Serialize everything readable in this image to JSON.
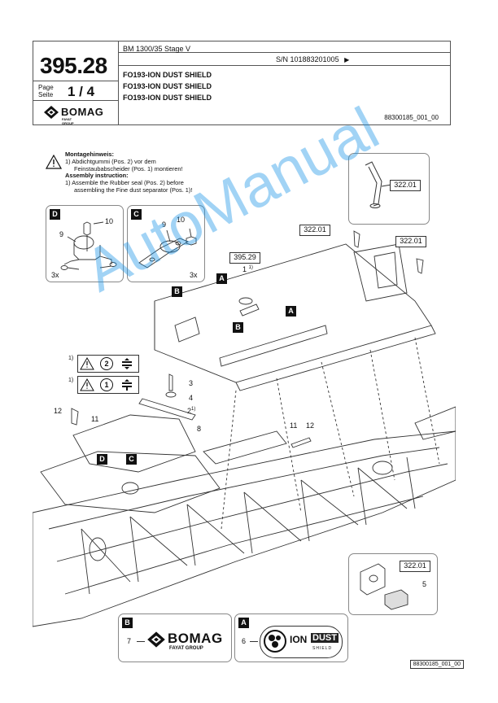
{
  "header": {
    "page_number": "395.28",
    "page_label_de": "Page",
    "page_label_en": "Seite",
    "page_value": "1 / 4",
    "model": "BM 1300/35 Stage V",
    "serial": "S/N 101883201005",
    "serial_arrow": "▶",
    "titles": [
      "FO193-ION DUST SHIELD",
      "FO193-ION DUST SHIELD",
      "FO193-ION DUST SHIELD"
    ],
    "doc_id": "88300185_001_00",
    "brand": "BOMAG",
    "brand_sub": "FAYAT GROUP"
  },
  "notes": {
    "heading_de": "Montagehinweis:",
    "text_de_1": "1)  Abdichtgummi (Pos. 2) vor dem",
    "text_de_2": "Feinstaubabscheider (Pos. 1) montieren!",
    "heading_en": "Assembly instruction:",
    "text_en_1": "1)  Assemble the Rubber seal (Pos. 2) before",
    "text_en_2": "assembling the Fine dust separator (Pos. 1)!"
  },
  "detail_D": {
    "tag": "D",
    "labels": [
      "10",
      "9"
    ],
    "qty": "3x"
  },
  "detail_C": {
    "tag": "C",
    "labels": [
      "9",
      "10"
    ],
    "qty": "3x"
  },
  "refs": {
    "r1": "322.01",
    "r2": "322.01",
    "r3": "322.01",
    "r4": "395.29",
    "r5": "322.01"
  },
  "callouts": {
    "c1": "1",
    "c1sup": "1)",
    "c2": "2",
    "c2sup": "1)",
    "c3": "3",
    "c4": "4",
    "c8": "8",
    "c11a": "11",
    "c11b": "11",
    "c12a": "12",
    "c12b": "12",
    "c5": "5",
    "seq1": "1)",
    "seq2": "1)",
    "seq_n2": "2",
    "seq_n1": "1"
  },
  "tags": {
    "B_top": "B",
    "A_top": "A",
    "A_mid": "A",
    "B_mid": "B",
    "D_low": "D",
    "C_low": "C"
  },
  "bottom_B": {
    "tag": "B",
    "num": "7",
    "brand": "BOMAG",
    "sub": "FAYAT GROUP"
  },
  "bottom_A": {
    "tag": "A",
    "num": "6",
    "logo_text": "ION",
    "logo_text2": "DUST",
    "logo_sub": "SHIELD"
  },
  "footer_id": "88300185_001_00",
  "watermark": "AutoManual"
}
